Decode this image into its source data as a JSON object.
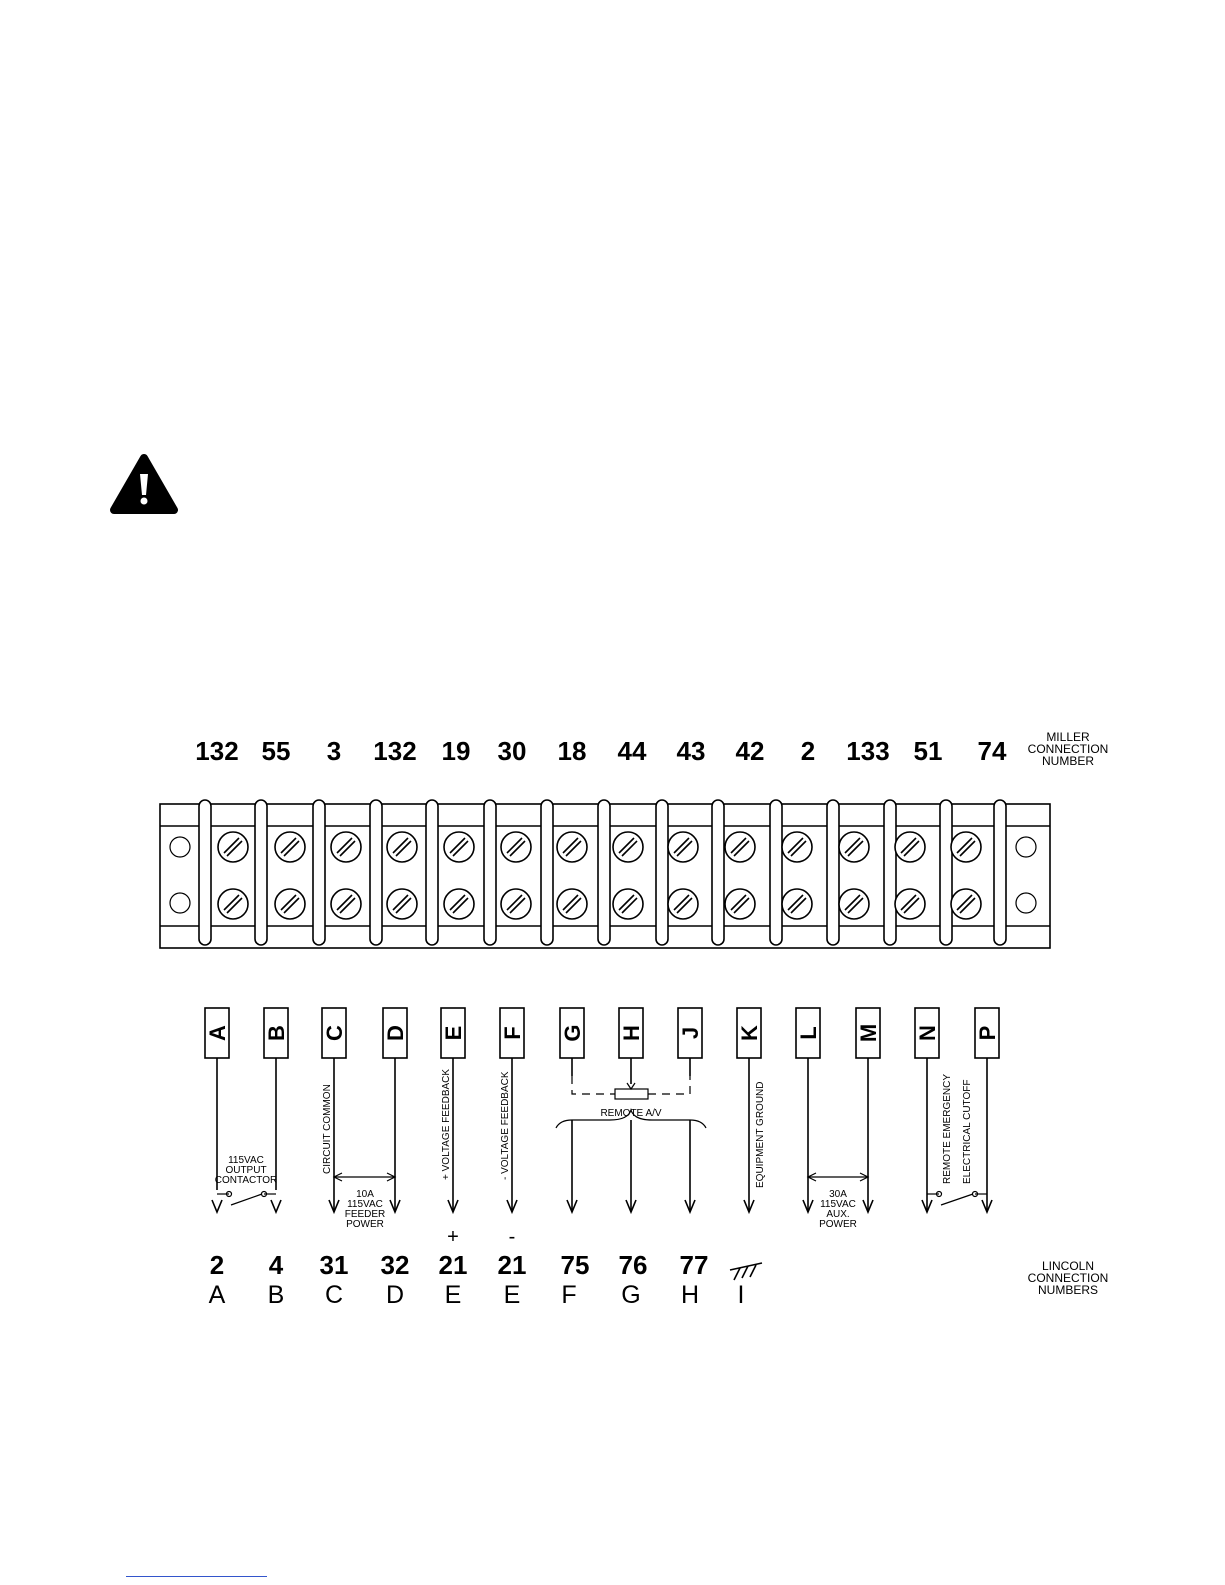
{
  "miller": {
    "numbers": [
      "132",
      "55",
      "3",
      "132",
      "19",
      "30",
      "18",
      "44",
      "43",
      "42",
      "2",
      "133",
      "51",
      "74"
    ],
    "caption": [
      "MILLER",
      "CONNECTION",
      "NUMBER"
    ]
  },
  "pins": [
    "A",
    "B",
    "C",
    "D",
    "E",
    "F",
    "G",
    "H",
    "J",
    "K",
    "L",
    "M",
    "N",
    "P"
  ],
  "labels": {
    "output_contactor": [
      "115VAC",
      "OUTPUT",
      "CONTACTOR"
    ],
    "circuit_common": "CIRCUIT COMMON",
    "feeder_power": [
      "10A",
      "115VAC",
      "FEEDER",
      "POWER"
    ],
    "plus_feedback": "+ VOLTAGE FEEDBACK",
    "minus_feedback": "- VOLTAGE FEEDBACK",
    "remote_av": "REMOTE A/V",
    "equipment_ground": "EQUIPMENT GROUND",
    "aux_power": [
      "30A",
      "115VAC",
      "AUX.",
      "POWER"
    ],
    "remote_emergency": "REMOTE EMERGENCY",
    "electrical_cutoff": "ELECTRICAL CUTOFF"
  },
  "polarity": {
    "plus": "+",
    "minus": "-"
  },
  "lincoln": {
    "numbers": [
      "2",
      "4",
      "31",
      "32",
      "21",
      "21",
      "75",
      "76",
      "77"
    ],
    "letters": [
      "A",
      "B",
      "C",
      "D",
      "E",
      "E",
      "F",
      "G",
      "H",
      "I"
    ],
    "caption": [
      "LINCOLN",
      "CONNECTION",
      "NUMBERS"
    ]
  },
  "icons": {
    "warning": "warning-triangle-icon",
    "ground": "ground-symbol-icon"
  }
}
